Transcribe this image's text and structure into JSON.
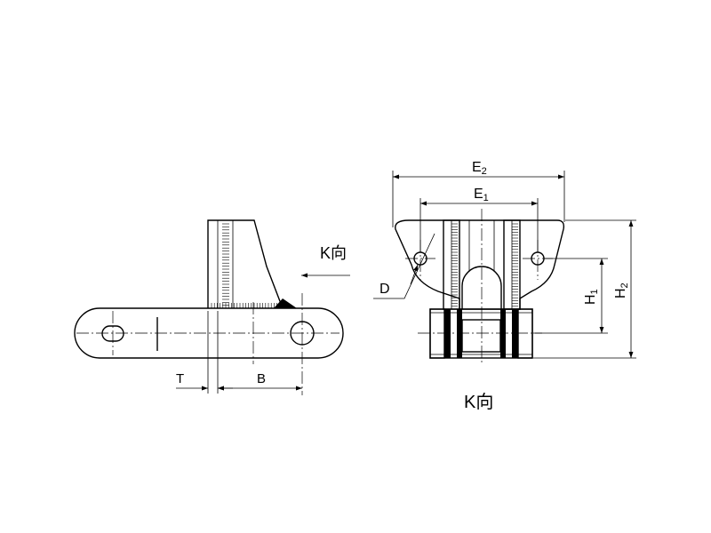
{
  "labels": {
    "view_arrow": "K向",
    "view_caption": "K向",
    "dim_t": "T",
    "dim_b": "B",
    "dim_d": "D",
    "dim_e1_main": "E",
    "dim_e1_sub": "1",
    "dim_e2_main": "E",
    "dim_e2_sub": "2",
    "dim_h1_main": "H",
    "dim_h1_sub": "1",
    "dim_h2_main": "H",
    "dim_h2_sub": "2"
  }
}
